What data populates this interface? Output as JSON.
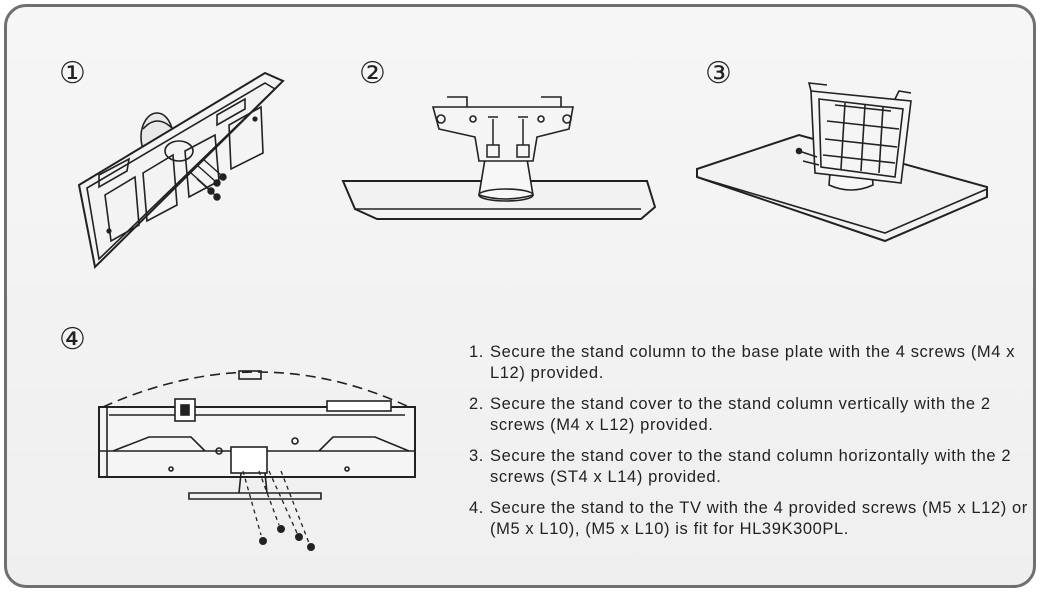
{
  "steps": [
    {
      "marker": "①"
    },
    {
      "marker": "②"
    },
    {
      "marker": "③"
    },
    {
      "marker": "④"
    }
  ],
  "instructions": [
    {
      "number": "1.",
      "text": "Secure the stand column to the base plate with the 4 screws (M4 x L12) provided."
    },
    {
      "number": "2.",
      "text": "Secure the stand cover to the stand column vertically with the 2 screws (M4 x L12) provided."
    },
    {
      "number": "3.",
      "text": "Secure the stand cover to the stand column horizontally with the 2 screws (ST4 x L14) provided."
    },
    {
      "number": "4.",
      "text": "Secure the stand to the TV with the 4 provided screws (M5 x L12) or (M5 x L10), (M5 x L10) is fit for HL39K300PL."
    }
  ]
}
